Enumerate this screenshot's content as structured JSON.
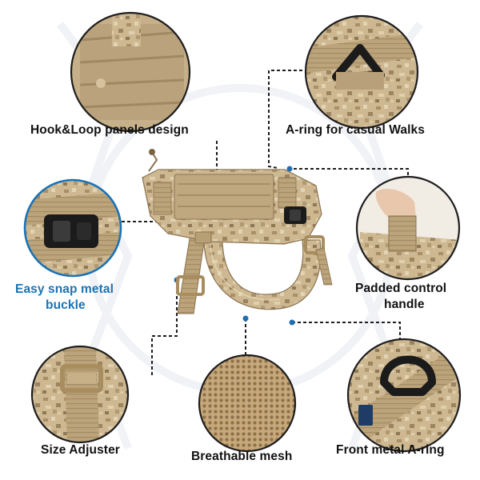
{
  "labels": {
    "hook_loop": "Hook&Loop panels design",
    "a_ring_walks": "A-ring for casual Walks",
    "snap_buckle_line1": "Easy snap metal",
    "snap_buckle_line2": "buckle",
    "padded_handle_line1": "Padded control",
    "padded_handle_line2": "handle",
    "size_adjuster": "Size Adjuster",
    "breathable_mesh": "Breathable mesh",
    "front_a_ring": "Front metal A-ring"
  },
  "colors": {
    "accent_blue": "#1a73b5",
    "label_text": "#111111",
    "leader_line": "#1e1e1e",
    "circle_border": "#1e1e1e",
    "fabric_base": "#c9b48c",
    "fabric_dark": "#9c8460",
    "fabric_light": "#e3d4b3",
    "buckle_black": "#1b1b1b"
  },
  "icons": {
    "hook_loop_photo": "velcro-panel-closeup",
    "a_ring_walks_photo": "black-d-ring-closeup",
    "snap_buckle_photo": "metal-cobra-buckle-closeup",
    "padded_handle_photo": "hand-holding-handle",
    "size_adjuster_photo": "strap-adjuster-closeup",
    "breathable_mesh_photo": "mesh-fabric-closeup",
    "front_a_ring_photo": "front-d-ring-closeup",
    "product": "tactical-dog-harness"
  }
}
